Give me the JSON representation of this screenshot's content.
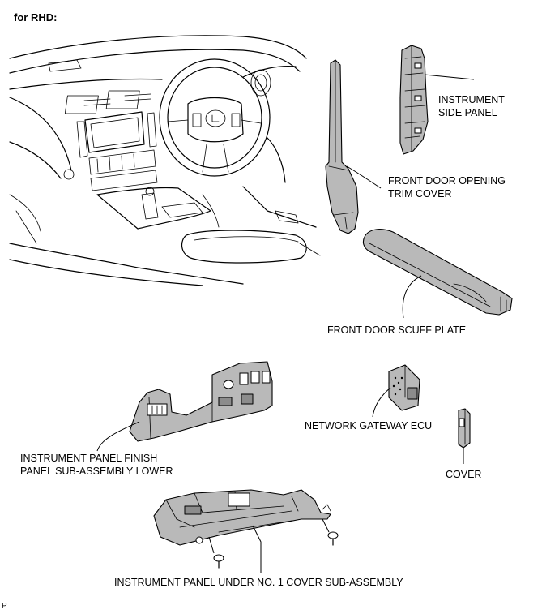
{
  "header": {
    "variant": "for RHD:"
  },
  "labels": {
    "instrument_side_panel": [
      "INSTRUMENT",
      "SIDE PANEL"
    ],
    "front_door_opening_trim_cover": [
      "FRONT DOOR OPENING",
      "TRIM COVER"
    ],
    "front_door_scuff_plate": "FRONT DOOR SCUFF PLATE",
    "network_gateway_ecu": "NETWORK GATEWAY ECU",
    "instrument_panel_finish_panel": [
      "INSTRUMENT PANEL FINISH",
      "PANEL SUB-ASSEMBLY LOWER"
    ],
    "cover": "COVER",
    "instrument_panel_under_cover": "INSTRUMENT PANEL UNDER NO. 1 COVER SUB-ASSEMBLY"
  },
  "corner_mark": "P"
}
